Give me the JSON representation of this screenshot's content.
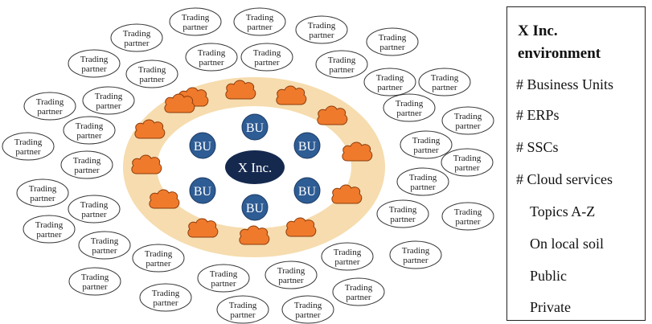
{
  "diagram": {
    "center_label": "X Inc.",
    "business_unit_label": "BU",
    "partner_label_line1": "Trading",
    "partner_label_line2": "partner",
    "colors": {
      "outer_ring": "#f6dcae",
      "inner_field": "#ffffff",
      "cloud_fill": "#f07a2c",
      "cloud_stroke": "#8a3c0c",
      "bu_fill": "#2e5c94",
      "center_fill": "#15294f",
      "partner_stroke": "#333333"
    }
  },
  "legend": {
    "title_line1": "X Inc.",
    "title_line2": "environment",
    "items": [
      "# Business Units",
      "# ERPs",
      "# SSCs",
      "# Cloud services",
      "Topics A-Z",
      "On local soil",
      "Public",
      "Private"
    ]
  }
}
